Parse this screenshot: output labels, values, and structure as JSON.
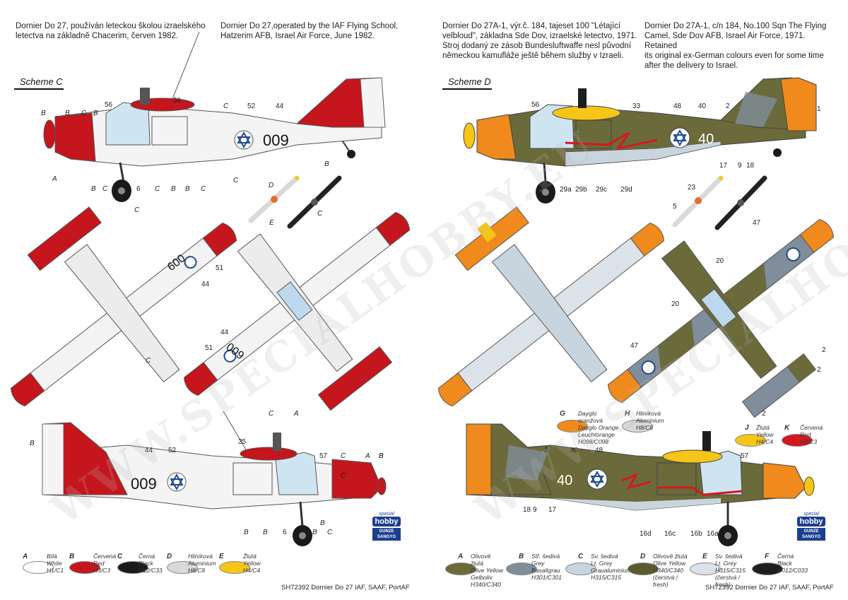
{
  "left": {
    "desc_cz": "Dornier Do 27, používán leteckou školou izraelského\nletectva na základně Chacerim, červen 1982.",
    "desc_en": "Dornier Do 27,operated by the IAF Flying School,\nHatzerim AFB, Israel Air Force, June 1982.",
    "scheme": "Scheme C",
    "serial": "009",
    "callouts": [
      "B",
      "B",
      "C",
      "B",
      "A",
      "B",
      "C",
      "C",
      "6",
      "C",
      "B",
      "B",
      "C",
      "C",
      "C",
      "B",
      "D",
      "E",
      "C",
      "B",
      "C",
      "A",
      "B",
      "C",
      "B",
      "B",
      "B",
      "6",
      "C",
      "B",
      "C",
      "C",
      "A",
      "B"
    ],
    "numbers": [
      "56",
      "36",
      "52",
      "44",
      "51",
      "44",
      "44",
      "51",
      "35",
      "44",
      "52",
      "57"
    ],
    "colours": [
      {
        "letter": "A",
        "cz": "Bílá",
        "en": "White",
        "code": "H1/C1",
        "hex": "#ffffff"
      },
      {
        "letter": "B",
        "cz": "Červená",
        "en": "Red",
        "code": "H3/C3",
        "hex": "#c4161c"
      },
      {
        "letter": "C",
        "cz": "Černá",
        "en": "Black",
        "code": "H12/C33",
        "hex": "#1a1a1a"
      },
      {
        "letter": "D",
        "cz": "Hliníková",
        "en": "Aluminium",
        "code": "H8/C8",
        "hex": "#d9d9d9"
      },
      {
        "letter": "E",
        "cz": "Žlutá",
        "en": "Yellow",
        "code": "H4/C4",
        "hex": "#f5c518"
      }
    ],
    "footer": "SH72392 Dornier Do 27 IAF, SAAF, PortAF"
  },
  "right": {
    "desc_cz": "Dornier Do 27A-1, výr.č. 184, tajeset 100 \"Létající\nvelbloud\", základna Sde Dov, izraelské letectvo, 1971.\nStroj dodaný ze zásob Bundesluftwaffe nesl původní\nněmeckou kamufláže ještě během služby v Izraeli.",
    "desc_en": "Dornier Do 27A-1, c/n 184, No.100 Sqn The Flying\nCamel, Sde Dov AFB, Israel Air Force, 1971. Retained\nits original ex-German colours even for some time\nafter the delivery to Israel.",
    "scheme": "Scheme D",
    "serial": "40",
    "top_numbers": [
      "56",
      "33",
      "48",
      "40",
      "2",
      "1",
      "17",
      "9",
      "18",
      "29a",
      "29b",
      "29c",
      "29d"
    ],
    "plan_numbers": [
      "23",
      "5",
      "47",
      "20",
      "20",
      "47",
      "2",
      "2",
      "2"
    ],
    "bottom_numbers": [
      "2",
      "40",
      "48",
      "57",
      "18",
      "9",
      "17",
      "16d",
      "16c",
      "16b",
      "16a"
    ],
    "colours_mid": [
      {
        "letter": "G",
        "cz": "Dayglo oranžová",
        "en": "Dayglo Orange",
        "extra": "Leuchtorange",
        "code": "H098/C098",
        "hex": "#f08a1c"
      },
      {
        "letter": "H",
        "cz": "Hliníková",
        "en": "Aluminium",
        "extra": "",
        "code": "H8/C8",
        "hex": "#d9d9d9"
      },
      {
        "letter": "J",
        "cz": "Žlutá",
        "en": "Yellow",
        "extra": "",
        "code": "H4/C4",
        "hex": "#f5c518"
      },
      {
        "letter": "K",
        "cz": "Červená",
        "en": "Red",
        "extra": "",
        "code": "H3/C3",
        "hex": "#d4181e"
      }
    ],
    "colours": [
      {
        "letter": "A",
        "cz": "Olivově žlutá",
        "en": "Olive Yellow",
        "extra": "Gelboliv",
        "code": "H340/C340",
        "hex": "#6b6a3a"
      },
      {
        "letter": "B",
        "cz": "Stř. šedivá",
        "en": "Grey",
        "extra": "Basaltgrau",
        "code": "H301/C301",
        "hex": "#7f8e9a"
      },
      {
        "letter": "C",
        "cz": "Sv. šedivá",
        "en": "Lt. Grey",
        "extra": "Graualuminium",
        "code": "H315/C315",
        "hex": "#c9d5de"
      },
      {
        "letter": "D",
        "cz": "Olivově žlutá",
        "en": "Olive Yellow",
        "extra": "H340/C340",
        "code": "(čerstvá / fresh)",
        "hex": "#5a5a2c"
      },
      {
        "letter": "E",
        "cz": "Sv. šedivá",
        "en": "Lt. Grey",
        "extra": "H315/C315",
        "code": "(čerstvá / fresh)",
        "hex": "#dbe2e8"
      },
      {
        "letter": "F",
        "cz": "Černá",
        "en": "Black",
        "extra": "",
        "code": "H012/C033",
        "hex": "#1e1e1e"
      }
    ],
    "footer": "SH72392 Dornier Do 27 IAF, SAAF, PortAF"
  },
  "brand": {
    "special": "special",
    "hobby": "hobby",
    "gunze": "GUNZE SANGYO"
  },
  "watermark": "WWW.SPECIALHOBBY.EU"
}
